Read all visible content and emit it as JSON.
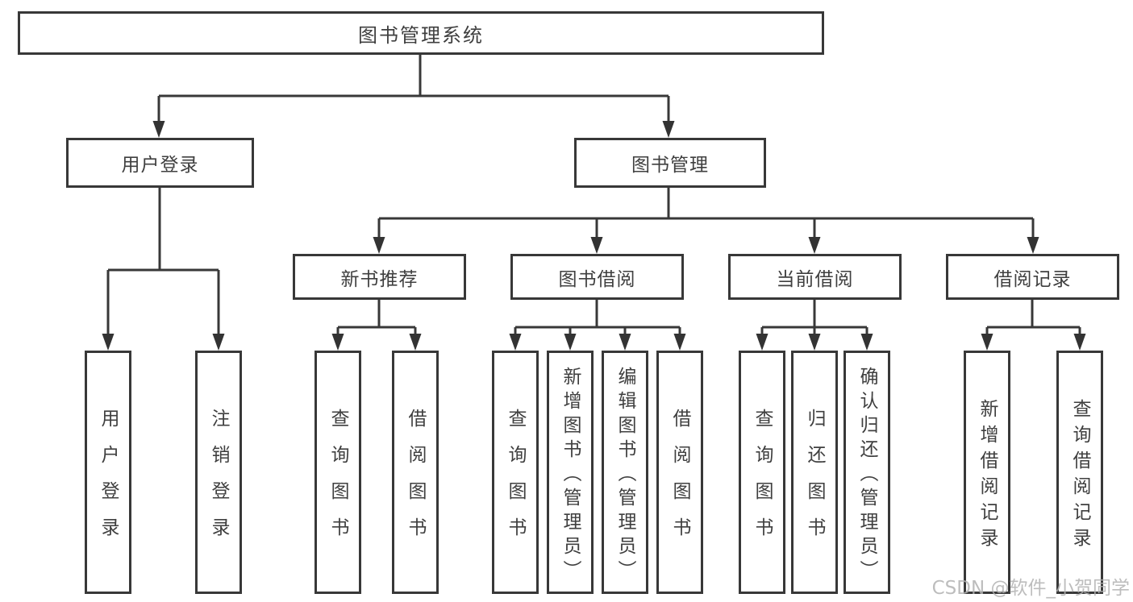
{
  "nodes": {
    "root": "图书管理系统",
    "userLogin": "用户登录",
    "bookMgmt": "图书管理",
    "newBookRec": "新书推荐",
    "bookBorrow": "图书借阅",
    "currentBorrow": "当前借阅",
    "borrowRecord": "借阅记录",
    "leafUserLogin": "用户登录",
    "leafLogout": "注销登录",
    "leafQueryBooks1": "查询图书",
    "leafBorrowBooks1": "借阅图书",
    "leafQueryBooks2": "查询图书",
    "leafAddBooks": "新增图书（管理员）",
    "leafEditBooks": "编辑图书（管理员）",
    "leafBorrowBooks2": "借阅图书",
    "leafQueryBooks3": "查询图书",
    "leafReturnBooks": "归还图书",
    "leafConfirmReturn": "确认归还（管理员）",
    "leafAddBorrowRecord": "新增借阅记录",
    "leafQueryBorrowRecord": "查询借阅记录"
  },
  "tree": {
    "label": "图书管理系统",
    "children": [
      {
        "label": "用户登录",
        "children": [
          {
            "label": "用户登录"
          },
          {
            "label": "注销登录"
          }
        ]
      },
      {
        "label": "图书管理",
        "children": [
          {
            "label": "新书推荐",
            "children": [
              {
                "label": "查询图书"
              },
              {
                "label": "借阅图书"
              }
            ]
          },
          {
            "label": "图书借阅",
            "children": [
              {
                "label": "查询图书"
              },
              {
                "label": "新增图书（管理员）"
              },
              {
                "label": "编辑图书（管理员）"
              },
              {
                "label": "借阅图书"
              }
            ]
          },
          {
            "label": "当前借阅",
            "children": [
              {
                "label": "查询图书"
              },
              {
                "label": "归还图书"
              },
              {
                "label": "确认归还（管理员）"
              }
            ]
          },
          {
            "label": "借阅记录",
            "children": [
              {
                "label": "新增借阅记录"
              },
              {
                "label": "查询借阅记录"
              }
            ]
          }
        ]
      }
    ]
  },
  "watermark": "CSDN @软件_小贺同学",
  "colors": {
    "line": "#383838",
    "text": "#3f3f3f",
    "background": "#ffffff",
    "watermark": "#b2b2b2"
  }
}
